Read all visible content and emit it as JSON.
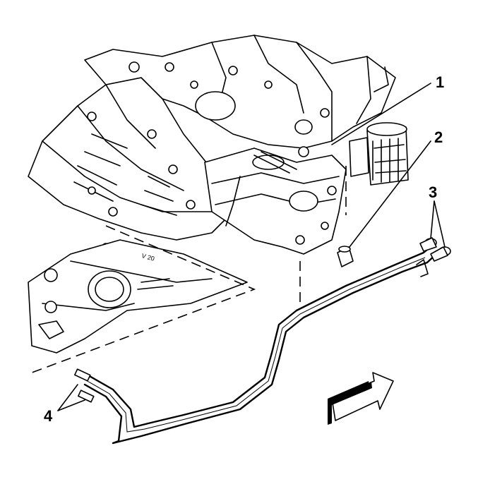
{
  "callouts": [
    {
      "id": "1",
      "label": "1"
    },
    {
      "id": "2",
      "label": "2"
    },
    {
      "id": "3",
      "label": "3"
    },
    {
      "id": "4",
      "label": "4"
    }
  ],
  "icons": [
    "direction-arrow-icon"
  ]
}
